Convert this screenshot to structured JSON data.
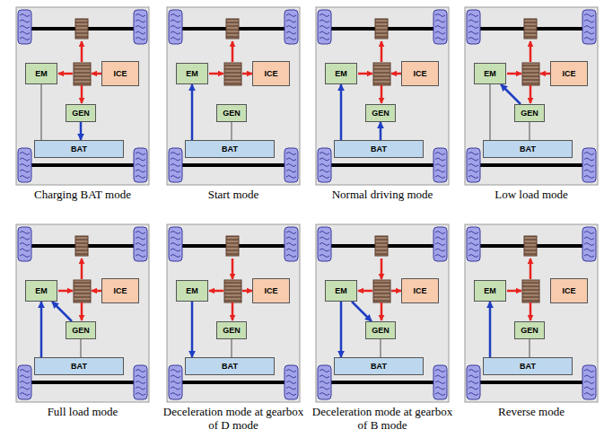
{
  "diagram": {
    "nodes": [
      {
        "text": [
          "Charging BAT mode"
        ]
      },
      {
        "text": [
          "EM"
        ],
        "in": 0
      },
      {
        "text": [
          "ICE"
        ],
        "in": 0
      },
      {
        "text": [
          "GEN"
        ],
        "in": 0
      },
      {
        "text": [
          "BAT"
        ],
        "in": 0
      },
      {
        "text": [
          "Start mode"
        ]
      },
      {
        "text": [
          "EM"
        ],
        "in": 5
      },
      {
        "text": [
          "ICE"
        ],
        "in": 5
      },
      {
        "text": [
          "GEN"
        ],
        "in": 5
      },
      {
        "text": [
          "BAT"
        ],
        "in": 5
      },
      {
        "text": [
          "Normal driving mode"
        ]
      },
      {
        "text": [
          "EM"
        ],
        "in": 10
      },
      {
        "text": [
          "ICE"
        ],
        "in": 10
      },
      {
        "text": [
          "GEN"
        ],
        "in": 10
      },
      {
        "text": [
          "BAT"
        ],
        "in": 10
      },
      {
        "text": [
          "Low load mode"
        ]
      },
      {
        "text": [
          "EM"
        ],
        "in": 15
      },
      {
        "text": [
          "ICE"
        ],
        "in": 15
      },
      {
        "text": [
          "GEN"
        ],
        "in": 15
      },
      {
        "text": [
          "BAT"
        ],
        "in": 15
      },
      {
        "text": [
          "Full load mode"
        ]
      },
      {
        "text": [
          "EM"
        ],
        "in": 20
      },
      {
        "text": [
          "ICE"
        ],
        "in": 20
      },
      {
        "text": [
          "GEN"
        ],
        "in": 20
      },
      {
        "text": [
          "BAT"
        ],
        "in": 20
      },
      {
        "text": [
          "Deceleration mode at gearbox of D mode"
        ]
      },
      {
        "text": [
          "EM"
        ],
        "in": 25
      },
      {
        "text": [
          "ICE"
        ],
        "in": 25
      },
      {
        "text": [
          "GEN"
        ],
        "in": 25
      },
      {
        "text": [
          "BAT"
        ],
        "in": 25
      },
      {
        "text": [
          "Deceleration mode at gearbox of B mode"
        ]
      },
      {
        "text": [
          "EM"
        ],
        "in": 30
      },
      {
        "text": [
          "ICE"
        ],
        "in": 30
      },
      {
        "text": [
          "GEN"
        ],
        "in": 30
      },
      {
        "text": [
          "BAT"
        ],
        "in": 30
      },
      {
        "text": [
          "Reverse mode"
        ]
      },
      {
        "text": [
          "EM"
        ],
        "in": 35
      },
      {
        "text": [
          "ICE"
        ],
        "in": 35
      },
      {
        "text": [
          "GEN"
        ],
        "in": 35
      },
      {
        "text": [
          "BAT"
        ],
        "in": 35
      }
    ],
    "edges": [
      {
        "from": 1,
        "to": 4,
        "arrow": "none"
      },
      {
        "from": 3,
        "to": 4,
        "arrow": "to"
      },
      {
        "from": 9,
        "to": 6,
        "arrow": "to"
      },
      {
        "from": 8,
        "to": 9,
        "arrow": "none"
      },
      {
        "from": 14,
        "to": 11,
        "arrow": "to"
      },
      {
        "from": 14,
        "to": 13,
        "arrow": "to"
      },
      {
        "from": 16,
        "to": 19,
        "arrow": "none"
      },
      {
        "from": 18,
        "to": 16,
        "arrow": "to"
      },
      {
        "from": 18,
        "to": 19,
        "arrow": "none"
      },
      {
        "from": 24,
        "to": 21,
        "arrow": "to"
      },
      {
        "from": 23,
        "to": 21,
        "arrow": "to"
      },
      {
        "from": 23,
        "to": 24,
        "arrow": "none"
      },
      {
        "from": 26,
        "to": 29,
        "arrow": "to"
      },
      {
        "from": 28,
        "to": 29,
        "arrow": "none"
      },
      {
        "from": 31,
        "to": 34,
        "arrow": "to"
      },
      {
        "from": 31,
        "to": 33,
        "arrow": "to"
      },
      {
        "from": 33,
        "to": 34,
        "arrow": "none"
      },
      {
        "from": 39,
        "to": 36,
        "arrow": "to"
      },
      {
        "from": 38,
        "to": 39,
        "arrow": "none"
      }
    ]
  }
}
